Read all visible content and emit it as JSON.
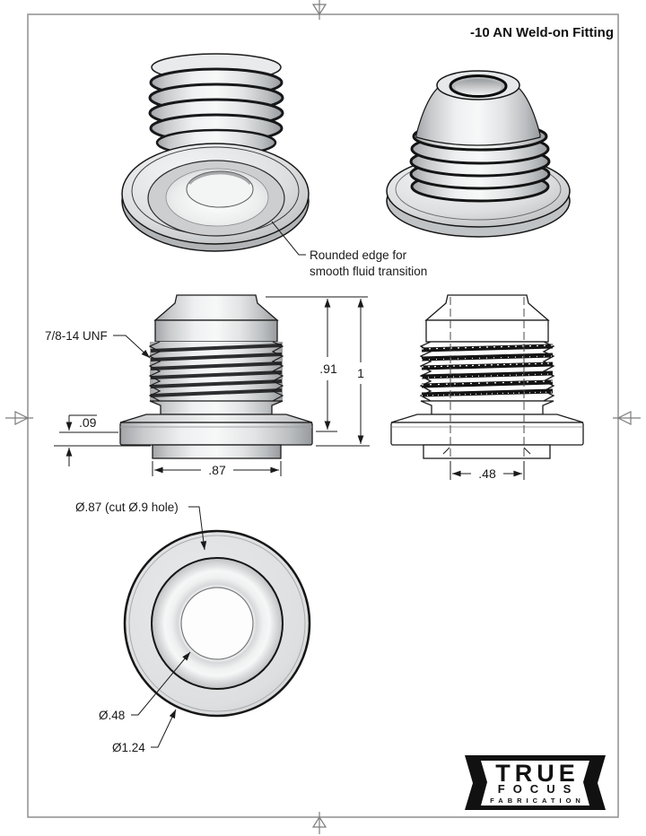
{
  "title": "-10 AN Weld-on Fitting",
  "callout": {
    "line1": "Rounded edge for",
    "line2": "smooth fluid transition"
  },
  "dimensions": {
    "thread_spec": "7/8-14 UNF",
    "flange_thickness": ".09",
    "body_height": ".91",
    "overall_height": "1",
    "nipple_width": ".87",
    "bore_width": ".48",
    "nipple_diameter": "Ø.87 (cut Ø.9 hole)",
    "bore_diameter": "Ø.48",
    "flange_diameter": "Ø1.24"
  },
  "logo": {
    "line1": "TRUE",
    "line2": "FOCUS",
    "line3": "FABRICATION"
  },
  "colors": {
    "paper": "#ffffff",
    "line": "#1a1a1a",
    "border": "#8f8f8f",
    "metal_light": "#f6f7f7",
    "metal_mid": "#d2d4d6",
    "metal_dark": "#9fa2a5",
    "logo": "#111111"
  }
}
